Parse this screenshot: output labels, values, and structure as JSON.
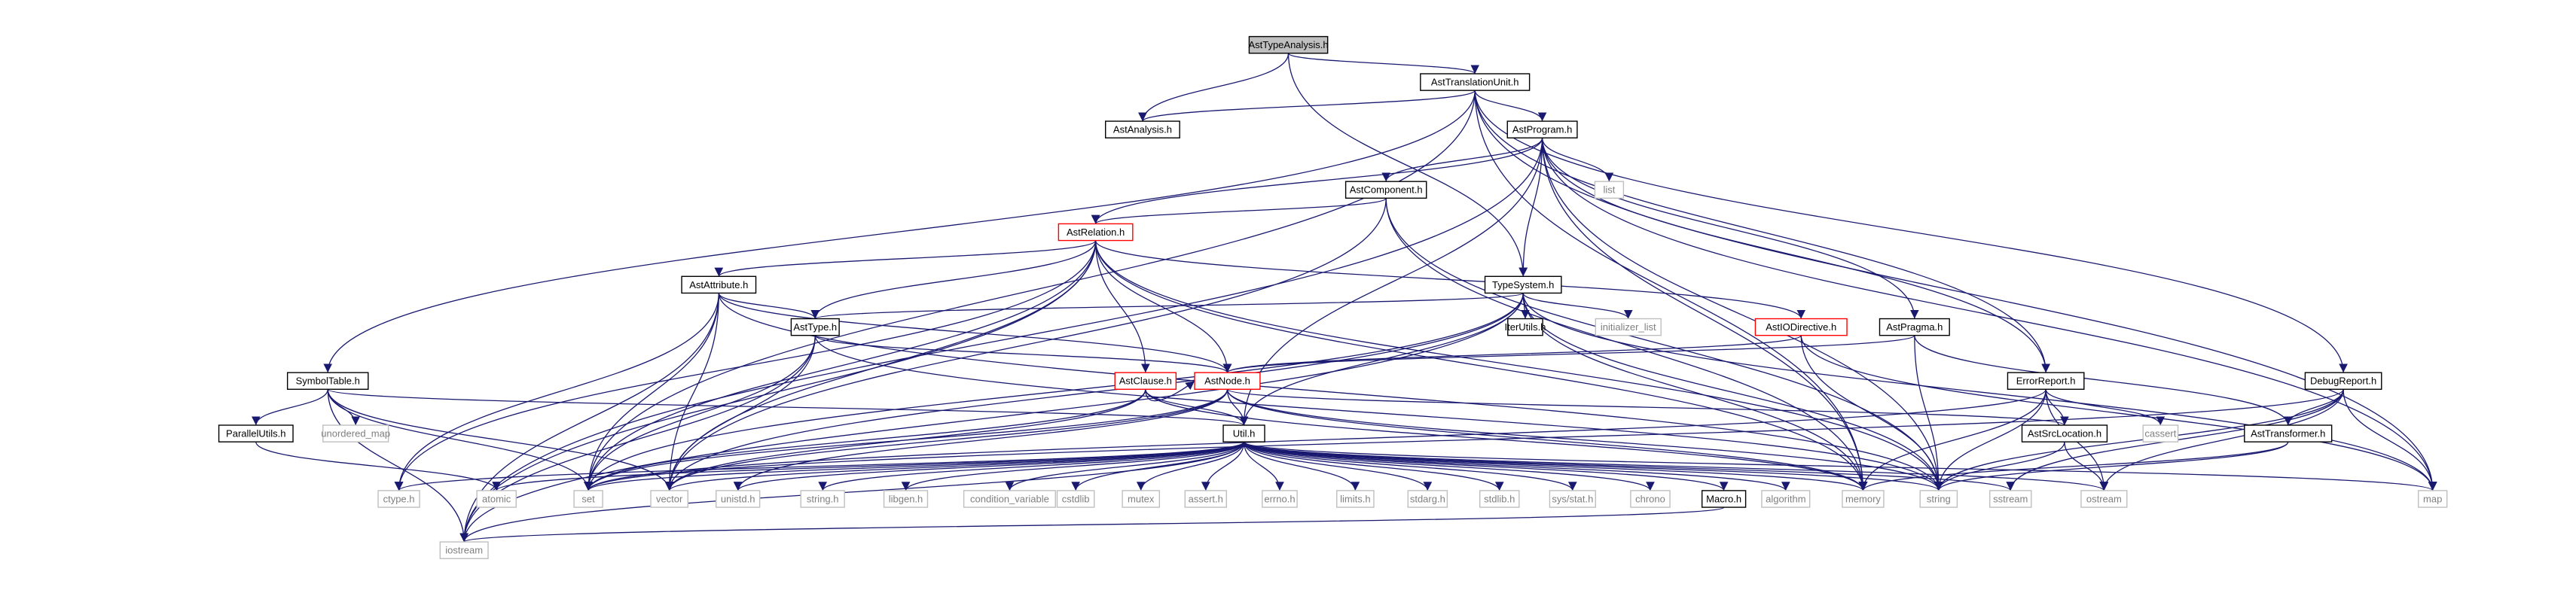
{
  "colors": {
    "background": "#ffffff",
    "internal_border": "#000000",
    "external_border": "#bfbfbf",
    "external_text": "#7f7f7f",
    "truncated_border": "#ff0000",
    "focus_fill": "#bfbfbf",
    "edge": "#191970"
  },
  "nodes": [
    {
      "id": "n0",
      "label": "AstTypeAnalysis.h",
      "kind": "focus"
    },
    {
      "id": "n1",
      "label": "AstTranslationUnit.h",
      "kind": "internal"
    },
    {
      "id": "n2",
      "label": "AstAnalysis.h",
      "kind": "internal"
    },
    {
      "id": "n3",
      "label": "AstProgram.h",
      "kind": "internal"
    },
    {
      "id": "n4",
      "label": "list",
      "kind": "external"
    },
    {
      "id": "n5",
      "label": "AstComponent.h",
      "kind": "internal"
    },
    {
      "id": "n6",
      "label": "AstRelation.h",
      "kind": "truncated"
    },
    {
      "id": "n7",
      "label": "AstAttribute.h",
      "kind": "internal"
    },
    {
      "id": "n8",
      "label": "TypeSystem.h",
      "kind": "internal"
    },
    {
      "id": "n9",
      "label": "IterUtils.h",
      "kind": "internal"
    },
    {
      "id": "n10",
      "label": "initializer_list",
      "kind": "external"
    },
    {
      "id": "n11",
      "label": "AstIODirective.h",
      "kind": "truncated"
    },
    {
      "id": "n12",
      "label": "AstPragma.h",
      "kind": "internal"
    },
    {
      "id": "n13",
      "label": "AstType.h",
      "kind": "internal"
    },
    {
      "id": "n14",
      "label": "SymbolTable.h",
      "kind": "internal"
    },
    {
      "id": "n15",
      "label": "AstClause.h",
      "kind": "truncated"
    },
    {
      "id": "n16",
      "label": "AstNode.h",
      "kind": "truncated"
    },
    {
      "id": "n17",
      "label": "ErrorReport.h",
      "kind": "internal"
    },
    {
      "id": "n18",
      "label": "DebugReport.h",
      "kind": "internal"
    },
    {
      "id": "n19",
      "label": "ParallelUtils.h",
      "kind": "internal"
    },
    {
      "id": "n20",
      "label": "unordered_map",
      "kind": "external"
    },
    {
      "id": "n21",
      "label": "Util.h",
      "kind": "internal"
    },
    {
      "id": "n22",
      "label": "AstSrcLocation.h",
      "kind": "internal"
    },
    {
      "id": "n23",
      "label": "cassert",
      "kind": "external"
    },
    {
      "id": "n24",
      "label": "AstTransformer.h",
      "kind": "internal"
    },
    {
      "id": "n25",
      "label": "ctype.h",
      "kind": "external"
    },
    {
      "id": "n26",
      "label": "atomic",
      "kind": "external"
    },
    {
      "id": "n27",
      "label": "set",
      "kind": "external"
    },
    {
      "id": "n28",
      "label": "vector",
      "kind": "external"
    },
    {
      "id": "n29",
      "label": "unistd.h",
      "kind": "external"
    },
    {
      "id": "n30",
      "label": "string.h",
      "kind": "external"
    },
    {
      "id": "n31",
      "label": "libgen.h",
      "kind": "external"
    },
    {
      "id": "n32",
      "label": "condition_variable",
      "kind": "external"
    },
    {
      "id": "n33",
      "label": "cstdlib",
      "kind": "external"
    },
    {
      "id": "n34",
      "label": "mutex",
      "kind": "external"
    },
    {
      "id": "n35",
      "label": "assert.h",
      "kind": "external"
    },
    {
      "id": "n36",
      "label": "errno.h",
      "kind": "external"
    },
    {
      "id": "n37",
      "label": "limits.h",
      "kind": "external"
    },
    {
      "id": "n38",
      "label": "stdarg.h",
      "kind": "external"
    },
    {
      "id": "n39",
      "label": "stdlib.h",
      "kind": "external"
    },
    {
      "id": "n40",
      "label": "sys/stat.h",
      "kind": "external"
    },
    {
      "id": "n41",
      "label": "chrono",
      "kind": "external"
    },
    {
      "id": "n42",
      "label": "Macro.h",
      "kind": "internal"
    },
    {
      "id": "n43",
      "label": "algorithm",
      "kind": "external"
    },
    {
      "id": "n44",
      "label": "memory",
      "kind": "external"
    },
    {
      "id": "n45",
      "label": "string",
      "kind": "external"
    },
    {
      "id": "n46",
      "label": "sstream",
      "kind": "external"
    },
    {
      "id": "n47",
      "label": "ostream",
      "kind": "external"
    },
    {
      "id": "n48",
      "label": "map",
      "kind": "external"
    },
    {
      "id": "n49",
      "label": "iostream",
      "kind": "external"
    }
  ],
  "edges": [
    [
      "n0",
      "n1"
    ],
    [
      "n0",
      "n2"
    ],
    [
      "n0",
      "n8"
    ],
    [
      "n1",
      "n2"
    ],
    [
      "n1",
      "n3"
    ],
    [
      "n1",
      "n14"
    ],
    [
      "n1",
      "n17"
    ],
    [
      "n1",
      "n18"
    ],
    [
      "n1",
      "n27"
    ],
    [
      "n1",
      "n44"
    ],
    [
      "n1",
      "n48"
    ],
    [
      "n3",
      "n4"
    ],
    [
      "n3",
      "n5"
    ],
    [
      "n3",
      "n6"
    ],
    [
      "n3",
      "n8"
    ],
    [
      "n3",
      "n12"
    ],
    [
      "n3",
      "n17"
    ],
    [
      "n3",
      "n21"
    ],
    [
      "n3",
      "n44"
    ],
    [
      "n3",
      "n45"
    ],
    [
      "n3",
      "n48"
    ],
    [
      "n3",
      "n49"
    ],
    [
      "n5",
      "n6"
    ],
    [
      "n5",
      "n28"
    ],
    [
      "n5",
      "n44"
    ],
    [
      "n5",
      "n45"
    ],
    [
      "n6",
      "n7"
    ],
    [
      "n6",
      "n11"
    ],
    [
      "n6",
      "n13"
    ],
    [
      "n6",
      "n15"
    ],
    [
      "n6",
      "n16"
    ],
    [
      "n6",
      "n25"
    ],
    [
      "n6",
      "n27"
    ],
    [
      "n6",
      "n28"
    ],
    [
      "n6",
      "n44"
    ],
    [
      "n6",
      "n45"
    ],
    [
      "n6",
      "n49"
    ],
    [
      "n7",
      "n13"
    ],
    [
      "n7",
      "n16"
    ],
    [
      "n7",
      "n25"
    ],
    [
      "n7",
      "n27"
    ],
    [
      "n7",
      "n28"
    ],
    [
      "n7",
      "n45"
    ],
    [
      "n7",
      "n49"
    ],
    [
      "n8",
      "n9"
    ],
    [
      "n8",
      "n10"
    ],
    [
      "n8",
      "n13"
    ],
    [
      "n8",
      "n21"
    ],
    [
      "n8",
      "n27"
    ],
    [
      "n8",
      "n28"
    ],
    [
      "n8",
      "n44"
    ],
    [
      "n8",
      "n45"
    ],
    [
      "n8",
      "n48"
    ],
    [
      "n8",
      "n49"
    ],
    [
      "n11",
      "n16"
    ],
    [
      "n11",
      "n45"
    ],
    [
      "n11",
      "n48"
    ],
    [
      "n12",
      "n16"
    ],
    [
      "n12",
      "n24"
    ],
    [
      "n12",
      "n45"
    ],
    [
      "n13",
      "n16"
    ],
    [
      "n13",
      "n27"
    ],
    [
      "n13",
      "n28"
    ],
    [
      "n13",
      "n45"
    ],
    [
      "n13",
      "n49"
    ],
    [
      "n14",
      "n19"
    ],
    [
      "n14",
      "n20"
    ],
    [
      "n14",
      "n21"
    ],
    [
      "n14",
      "n27"
    ],
    [
      "n14",
      "n28"
    ],
    [
      "n14",
      "n49"
    ],
    [
      "n15",
      "n16"
    ],
    [
      "n15",
      "n21"
    ],
    [
      "n15",
      "n27"
    ],
    [
      "n15",
      "n28"
    ],
    [
      "n15",
      "n44"
    ],
    [
      "n16",
      "n21"
    ],
    [
      "n16",
      "n22"
    ],
    [
      "n16",
      "n27"
    ],
    [
      "n16",
      "n28"
    ],
    [
      "n16",
      "n29"
    ],
    [
      "n16",
      "n44"
    ],
    [
      "n16",
      "n45"
    ],
    [
      "n17",
      "n22"
    ],
    [
      "n17",
      "n23"
    ],
    [
      "n17",
      "n27"
    ],
    [
      "n17",
      "n44"
    ],
    [
      "n17",
      "n45"
    ],
    [
      "n17",
      "n47"
    ],
    [
      "n18",
      "n24"
    ],
    [
      "n18",
      "n45"
    ],
    [
      "n18",
      "n46"
    ],
    [
      "n18",
      "n47"
    ],
    [
      "n18",
      "n48"
    ],
    [
      "n18",
      "n27"
    ],
    [
      "n19",
      "n26"
    ],
    [
      "n21",
      "n25"
    ],
    [
      "n21",
      "n26"
    ],
    [
      "n21",
      "n27"
    ],
    [
      "n21",
      "n28"
    ],
    [
      "n21",
      "n29"
    ],
    [
      "n21",
      "n30"
    ],
    [
      "n21",
      "n31"
    ],
    [
      "n21",
      "n32"
    ],
    [
      "n21",
      "n33"
    ],
    [
      "n21",
      "n34"
    ],
    [
      "n21",
      "n35"
    ],
    [
      "n21",
      "n36"
    ],
    [
      "n21",
      "n37"
    ],
    [
      "n21",
      "n38"
    ],
    [
      "n21",
      "n39"
    ],
    [
      "n21",
      "n40"
    ],
    [
      "n21",
      "n41"
    ],
    [
      "n21",
      "n42"
    ],
    [
      "n21",
      "n43"
    ],
    [
      "n21",
      "n44"
    ],
    [
      "n21",
      "n45"
    ],
    [
      "n21",
      "n46"
    ],
    [
      "n21",
      "n47"
    ],
    [
      "n21",
      "n48"
    ],
    [
      "n21",
      "n49"
    ],
    [
      "n22",
      "n45"
    ],
    [
      "n22",
      "n47"
    ],
    [
      "n24",
      "n45"
    ],
    [
      "n24",
      "n44"
    ],
    [
      "n42",
      "n49"
    ]
  ]
}
